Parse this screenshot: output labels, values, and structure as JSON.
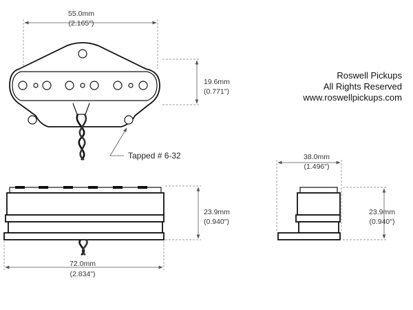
{
  "brand": {
    "name": "Roswell Pickups",
    "rights": "All Rights Reserved",
    "url": "www.roswellpickups.com"
  },
  "top_view": {
    "width_mm": "55.0mm",
    "width_in": "(2.165\")",
    "height_mm": "19.6mm",
    "height_in": "(0.771\")",
    "tap_note": "Tapped # 6-32"
  },
  "front_view": {
    "length_mm": "72.0mm",
    "length_in": "(2.834\")",
    "height_mm": "23.9mm",
    "height_in": "(0.940\")"
  },
  "side_view": {
    "width_mm": "38.0mm",
    "width_in": "(1.496\")",
    "height_mm": "23.9mm",
    "height_in": "(0.940\")"
  },
  "colors": {
    "line": "#111111",
    "dimension": "#555555"
  }
}
